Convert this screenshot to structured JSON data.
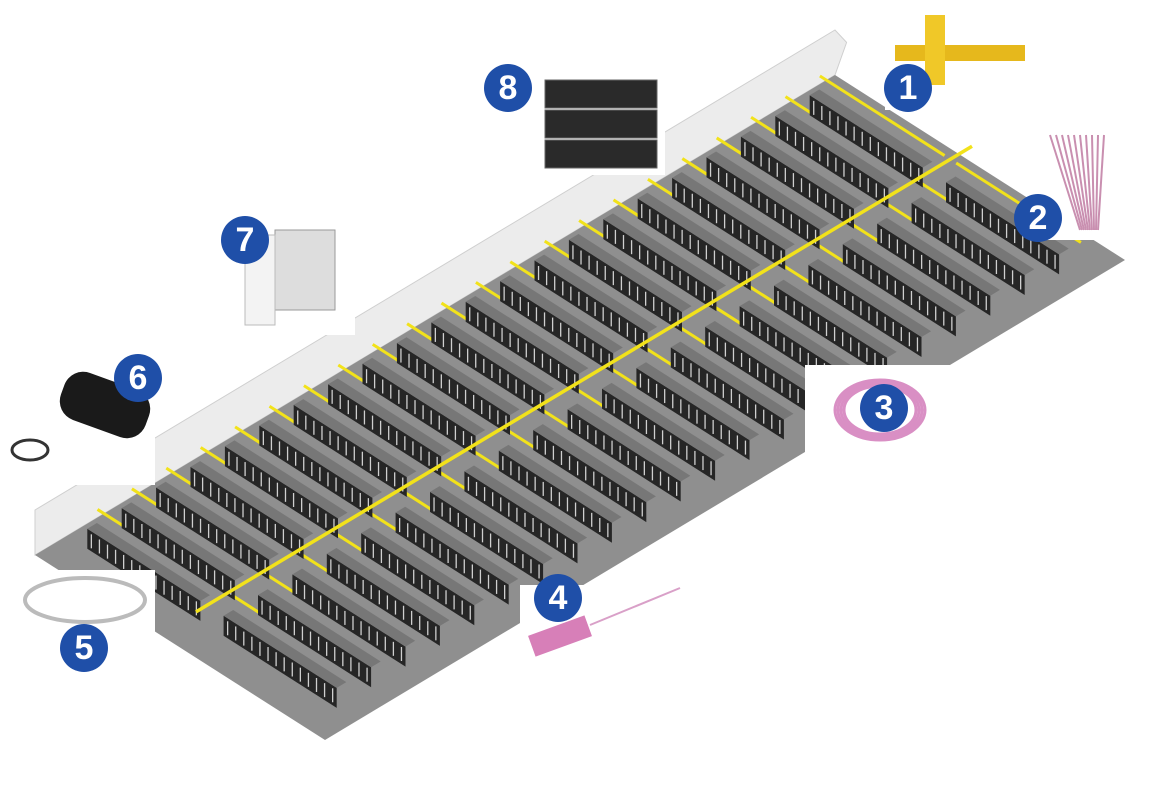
{
  "diagram": {
    "colors": {
      "floor": "#8f8f8f",
      "wall": "#ececec",
      "rack": "#262626",
      "tray": "#f2e21a",
      "callout": "#1f4fa8"
    },
    "callouts": [
      {
        "label": "1",
        "icon": "overhead-cable-tray"
      },
      {
        "label": "2",
        "icon": "fiber-fanout-harness"
      },
      {
        "label": "3",
        "icon": "mpo-trunk-cable"
      },
      {
        "label": "4",
        "icon": "mpo-connector"
      },
      {
        "label": "5",
        "icon": "pre-terminated-cable"
      },
      {
        "label": "6",
        "icon": "cable-pulling-kit"
      },
      {
        "label": "7",
        "icon": "wall-mount-enclosure"
      },
      {
        "label": "8",
        "icon": "rack-mount-fiber-enclosure"
      }
    ]
  }
}
